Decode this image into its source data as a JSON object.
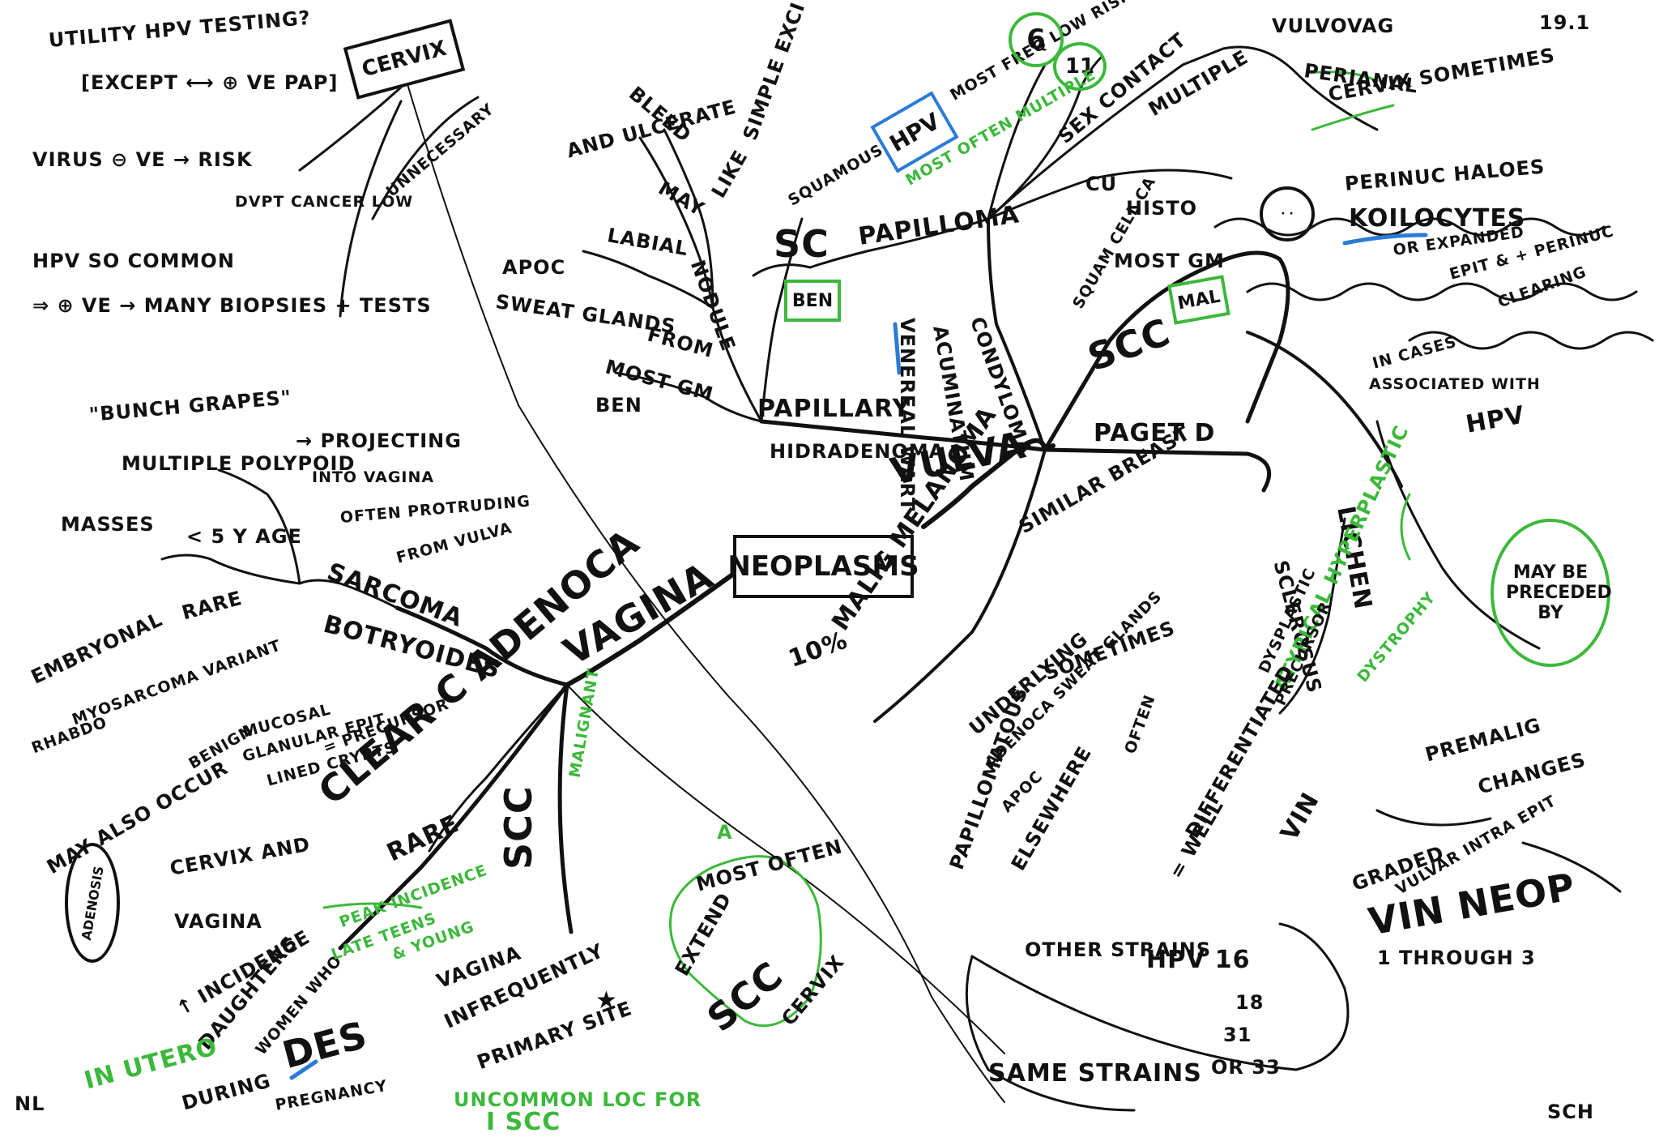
{
  "page_number": "19.1",
  "signature": "SCH",
  "initials": "NL",
  "colors": {
    "ink": "#111111",
    "green": "#3cb83a",
    "blue": "#2b7bd6"
  },
  "center": "NEOPLASMS",
  "vulva": {
    "title": "VULVA",
    "papillary": "PAPILLARY",
    "hidradenoma": "HIDRADENOMA",
    "apoc": "APOC",
    "sweat_glands": "SWEAT GLANDS",
    "most_gm": "MOST GM",
    "ben": "BEN",
    "from": "FROM",
    "nodule": "NODULE",
    "labial": "LABIAL",
    "may": "MAY",
    "and_ulcerate": "AND ULCERATE",
    "bleed": "BLEED",
    "like": "LIKE",
    "simple_exci": "SIMPLE EXCI",
    "sc": "SC",
    "squamous": "SQUAMOUS",
    "ben_box": "BEN",
    "papilloma": "PAPILLOMA",
    "hpv_box": "HPV",
    "most_freq_low_risk": "MOST FREQ LOW RISK",
    "hpv_type_a": "6",
    "hpv_type_b": "11",
    "most_often_multiple": "MOST OFTEN MULTIPLE",
    "venereal_wart": "VENEREAL WART",
    "acuminatum": "ACUMINATUM",
    "condyloma": "CONDYLOMA",
    "sex_contact": "SEX CONTACT",
    "cu": "CU",
    "multiple": "MULTIPLE",
    "vulvovag": "VULVOVAG",
    "perianal": "PERIANAL",
    "cervix_sometimes": "CERVIX SOMETIMES",
    "histo": "HISTO",
    "perinuc_haloes": "PERINUC HALOES",
    "koilocytes": "KOILOCYTES",
    "or_expanded": "OR EXPANDED",
    "epit_perinuc": "EPIT & + PERINUC",
    "clearing": "CLEARING",
    "most_gm_mal": "MOST GM",
    "mal_box": "MAL",
    "squam_cell_ca": "SQUAM CELL CA",
    "scc": "SCC",
    "paget": "PAGET D",
    "similar_breast": "SIMILAR BREAST",
    "sometimes": "SOMETIMES",
    "underlying": "UNDERLYING",
    "adenoca": "ADENOCA SWEAT GLANDS",
    "apoc2": "APOC",
    "often": "OFTEN",
    "papillomatous": "PAPILLOMATOUS",
    "elsewhere": "ELSEWHERE",
    "malig_melanoma": "MALIG MELANOMA",
    "ten_pct": "10%",
    "in_cases": "IN CASES",
    "associated_with": "ASSOCIATED WITH",
    "hpv": "HPV",
    "lichen": "LICHEN",
    "sclerosus": "SCLEROSUS",
    "may_be_preceded_by": "MAY BE PRECEDED BY",
    "atypical_hyperplastic": "ATYPICAL HYPERPLASTIC",
    "dystrophy": "DYSTROPHY",
    "dysplastic": "DYSPLASTIC",
    "precursor": "PRECURSOR",
    "well": "= WELL",
    "differentiated": "DIFFERENTIATED",
    "vin": "VIN",
    "premalig": "PREMALIG",
    "changes": "CHANGES",
    "graded": "GRADED",
    "vulvar_intra_epit": "VULVAR INTRA EPIT",
    "vin_neop": "VIN NEOP",
    "one_through_three": "1 THROUGH 3",
    "other_strains": "OTHER STRAINS",
    "hpv_16": "HPV 16",
    "hpv_18": "18",
    "hpv_31": "31",
    "hpv_33": "OR 33",
    "same_strains": "SAME STRAINS"
  },
  "cervix": {
    "title": "CERVIX",
    "utility": "UTILITY HPV TESTING?",
    "except": "[EXCEPT ⟷ ⊕ VE PAP]",
    "virus": "VIRUS ⊖ VE → RISK",
    "dvpt": "DVPT CANCER LOW",
    "hpv_common": "HPV SO COMMON",
    "biopsies": "⇒ ⊕ VE → MANY BIOPSIES + TESTS",
    "unnecessary": "UNNECESSARY"
  },
  "vagina": {
    "title": "VAGINA",
    "sarcoma": "SARCOMA",
    "botryoides": "BOTRYOIDES",
    "bunch_grapes": "\"BUNCH GRAPES\"",
    "multiple_polypoid": "MULTIPLE POLYPOID",
    "masses": "MASSES",
    "age": "< 5 Y AGE",
    "projecting": "→ PROJECTING",
    "into_vagina": "INTO VAGINA",
    "often_protruding": "OFTEN PROTRUDING",
    "from_vulva": "FROM VULVA",
    "embryonal": "EMBRYONAL",
    "rare": "RARE",
    "rhabdo": "RHABDO",
    "myosarcoma_variant": "MYOSARCOMA VARIANT",
    "clear_c_adenoca": "CLEAR C ADENOCA",
    "mucosal": "MUCOSAL",
    "glandular_epit": "GLANULAR EPIT",
    "lined_crypts": "LINED CRYPTS",
    "precursor": "= PRECURSOR",
    "q": "?",
    "may_also_occur": "MAY ALSO OCCUR",
    "benign": "BENIGN",
    "adenosis": "ADENOSIS",
    "cervix_and": "CERVIX AND",
    "vagina2": "VAGINA",
    "rare2": "RARE",
    "incidence": "↑ INCIDENCE",
    "daughters": "DAUGHTERS",
    "women_who": "WOMEN WHO",
    "des": "DES",
    "peak_incidence": "PEAK INCIDENCE",
    "late_teens": "LATE TEENS",
    "young": "& YOUNG",
    "in_utero": "IN UTERO",
    "during": "DURING",
    "pregnancy": "PREGNANCY",
    "scc": "SCC",
    "malignant": "MALIGNANT",
    "vagina3": "VAGINA",
    "infrequently": "INFREQUENTLY",
    "primary_site": "PRIMARY SITE",
    "star": "★",
    "a": "A",
    "most_often": "MOST OFTEN",
    "extend": "EXTEND",
    "scc2": "SCC",
    "cervix2": "CERVIX",
    "uncommon": "UNCOMMON LOC FOR",
    "one_scc": "I SCC"
  }
}
